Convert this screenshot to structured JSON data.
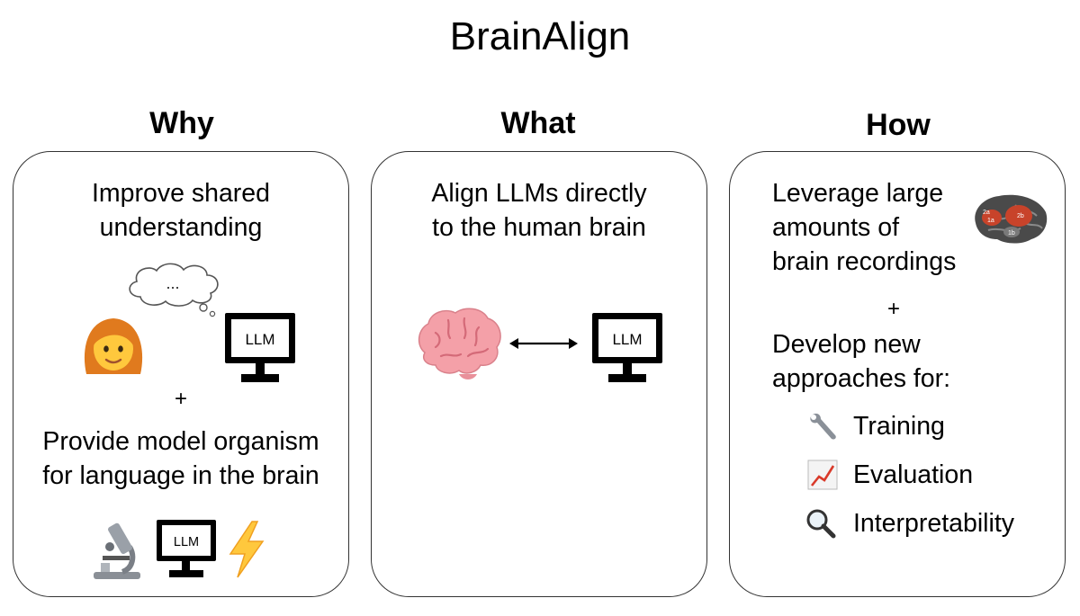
{
  "title": "BrainAlign",
  "columns": [
    {
      "heading": "Why",
      "text1_line1": "Improve shared",
      "text1_line2": "understanding",
      "thought_text": "...",
      "monitor_label": "LLM",
      "plus": "+",
      "text2_line1": "Provide model organism",
      "text2_line2": "for language in the brain",
      "monitor2_label": "LLM"
    },
    {
      "heading": "What",
      "text_line1": "Align LLMs directly",
      "text_line2": "to the human brain",
      "monitor_label": "LLM"
    },
    {
      "heading": "How",
      "text1_line1": "Leverage large",
      "text1_line2": "amounts of",
      "text1_line3": "brain recordings",
      "brain_map_labels": [
        "1a",
        "2a",
        "2b",
        "1b"
      ],
      "plus": "+",
      "text2_line1": "Develop new",
      "text2_line2": "approaches for:",
      "items": [
        {
          "label": "Training",
          "icon": "wrench-icon"
        },
        {
          "label": "Evaluation",
          "icon": "chart-increasing-icon"
        },
        {
          "label": "Interpretability",
          "icon": "magnifying-glass-icon"
        }
      ]
    }
  ],
  "colors": {
    "brain_pink": "#f4a0a8",
    "panel_border": "#333333"
  }
}
